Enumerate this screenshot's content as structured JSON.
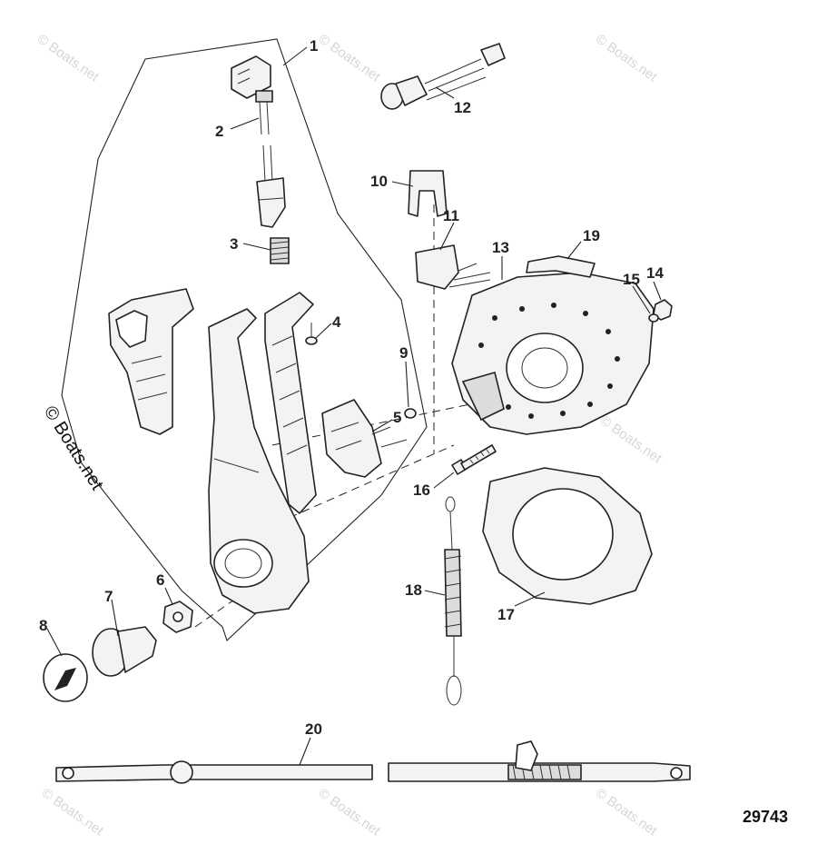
{
  "diagram": {
    "drawing_number": "29743",
    "side_watermark": "© Boats.net",
    "watermark_text": "© Boats.net",
    "callouts": [
      "1",
      "2",
      "3",
      "4",
      "5",
      "6",
      "7",
      "8",
      "9",
      "10",
      "11",
      "12",
      "13",
      "14",
      "15",
      "16",
      "17",
      "18",
      "19",
      "20"
    ]
  }
}
